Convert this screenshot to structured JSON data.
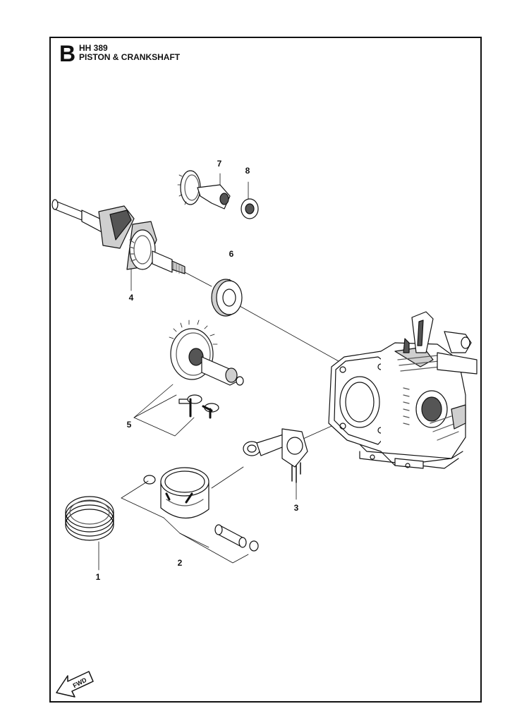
{
  "header": {
    "section_letter": "B",
    "model": "HH 389",
    "title": "PISTON & CRANKSHAFT"
  },
  "callouts": [
    {
      "id": "1",
      "label": "1"
    },
    {
      "id": "2",
      "label": "2"
    },
    {
      "id": "3",
      "label": "3"
    },
    {
      "id": "4",
      "label": "4"
    },
    {
      "id": "5",
      "label": "5"
    },
    {
      "id": "6",
      "label": "6"
    },
    {
      "id": "7",
      "label": "7"
    },
    {
      "id": "8",
      "label": "8"
    }
  ],
  "fwd_badge": {
    "label": "FWD",
    "icon": "forward-arrow-icon"
  },
  "colors": {
    "line": "#111111",
    "fill": "#ffffff",
    "shade": "#cfcfcf",
    "dark": "#555555"
  }
}
